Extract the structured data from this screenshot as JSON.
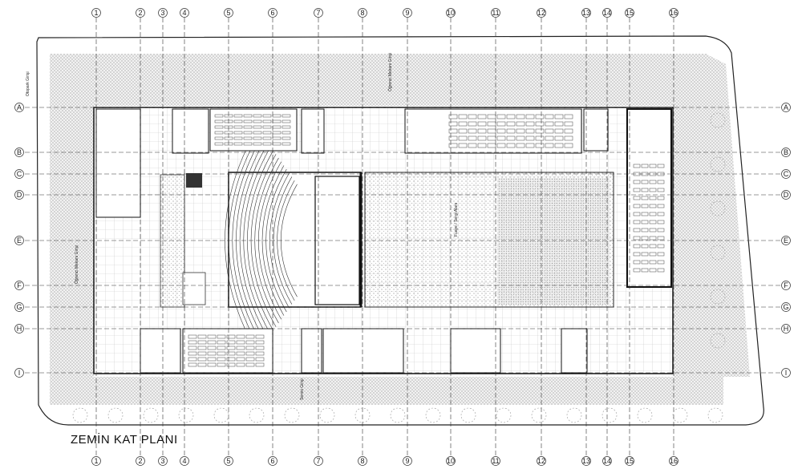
{
  "title": "ZEMİN KAT PLANI",
  "grid": {
    "columns": [
      "1",
      "2",
      "3",
      "4",
      "5",
      "6",
      "7",
      "8",
      "9",
      "10",
      "11",
      "12",
      "13",
      "14",
      "15",
      "16"
    ],
    "rows": [
      "A",
      "B",
      "C",
      "D",
      "E",
      "F",
      "G",
      "H",
      "I"
    ]
  },
  "annotations": {
    "north_entry": "Öğrenci Mekanı Girişi",
    "west_entry": "Otopark Girişi",
    "west_entry_2": "Öğrenci Mekanı Girişi",
    "center_label": "Fuaye / Sergi Alanı",
    "south_entry": "Servis Girişi"
  },
  "colors": {
    "line": "#1a1a1a",
    "grid": "#555555",
    "hatch": "#cfcfcf",
    "dots": "#9a9a9a"
  }
}
